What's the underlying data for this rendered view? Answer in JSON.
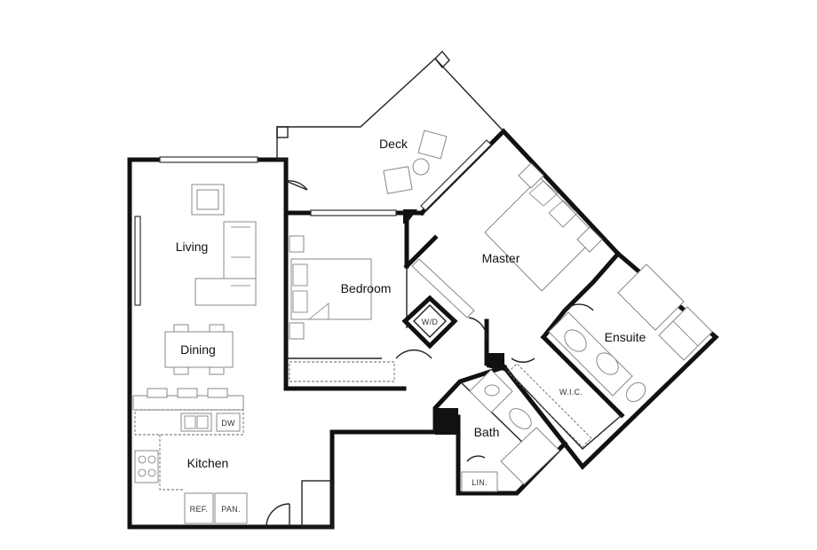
{
  "rooms": {
    "deck": "Deck",
    "living": "Living",
    "dining": "Dining",
    "kitchen": "Kitchen",
    "bedroom": "Bedroom",
    "master": "Master",
    "ensuite": "Ensuite",
    "bath": "Bath"
  },
  "fixtures": {
    "washer_dryer": "W/D",
    "walk_in_closet": "W.I.C.",
    "dishwasher": "DW",
    "refrigerator": "REF.",
    "pantry": "PAN.",
    "linen": "LIN."
  }
}
